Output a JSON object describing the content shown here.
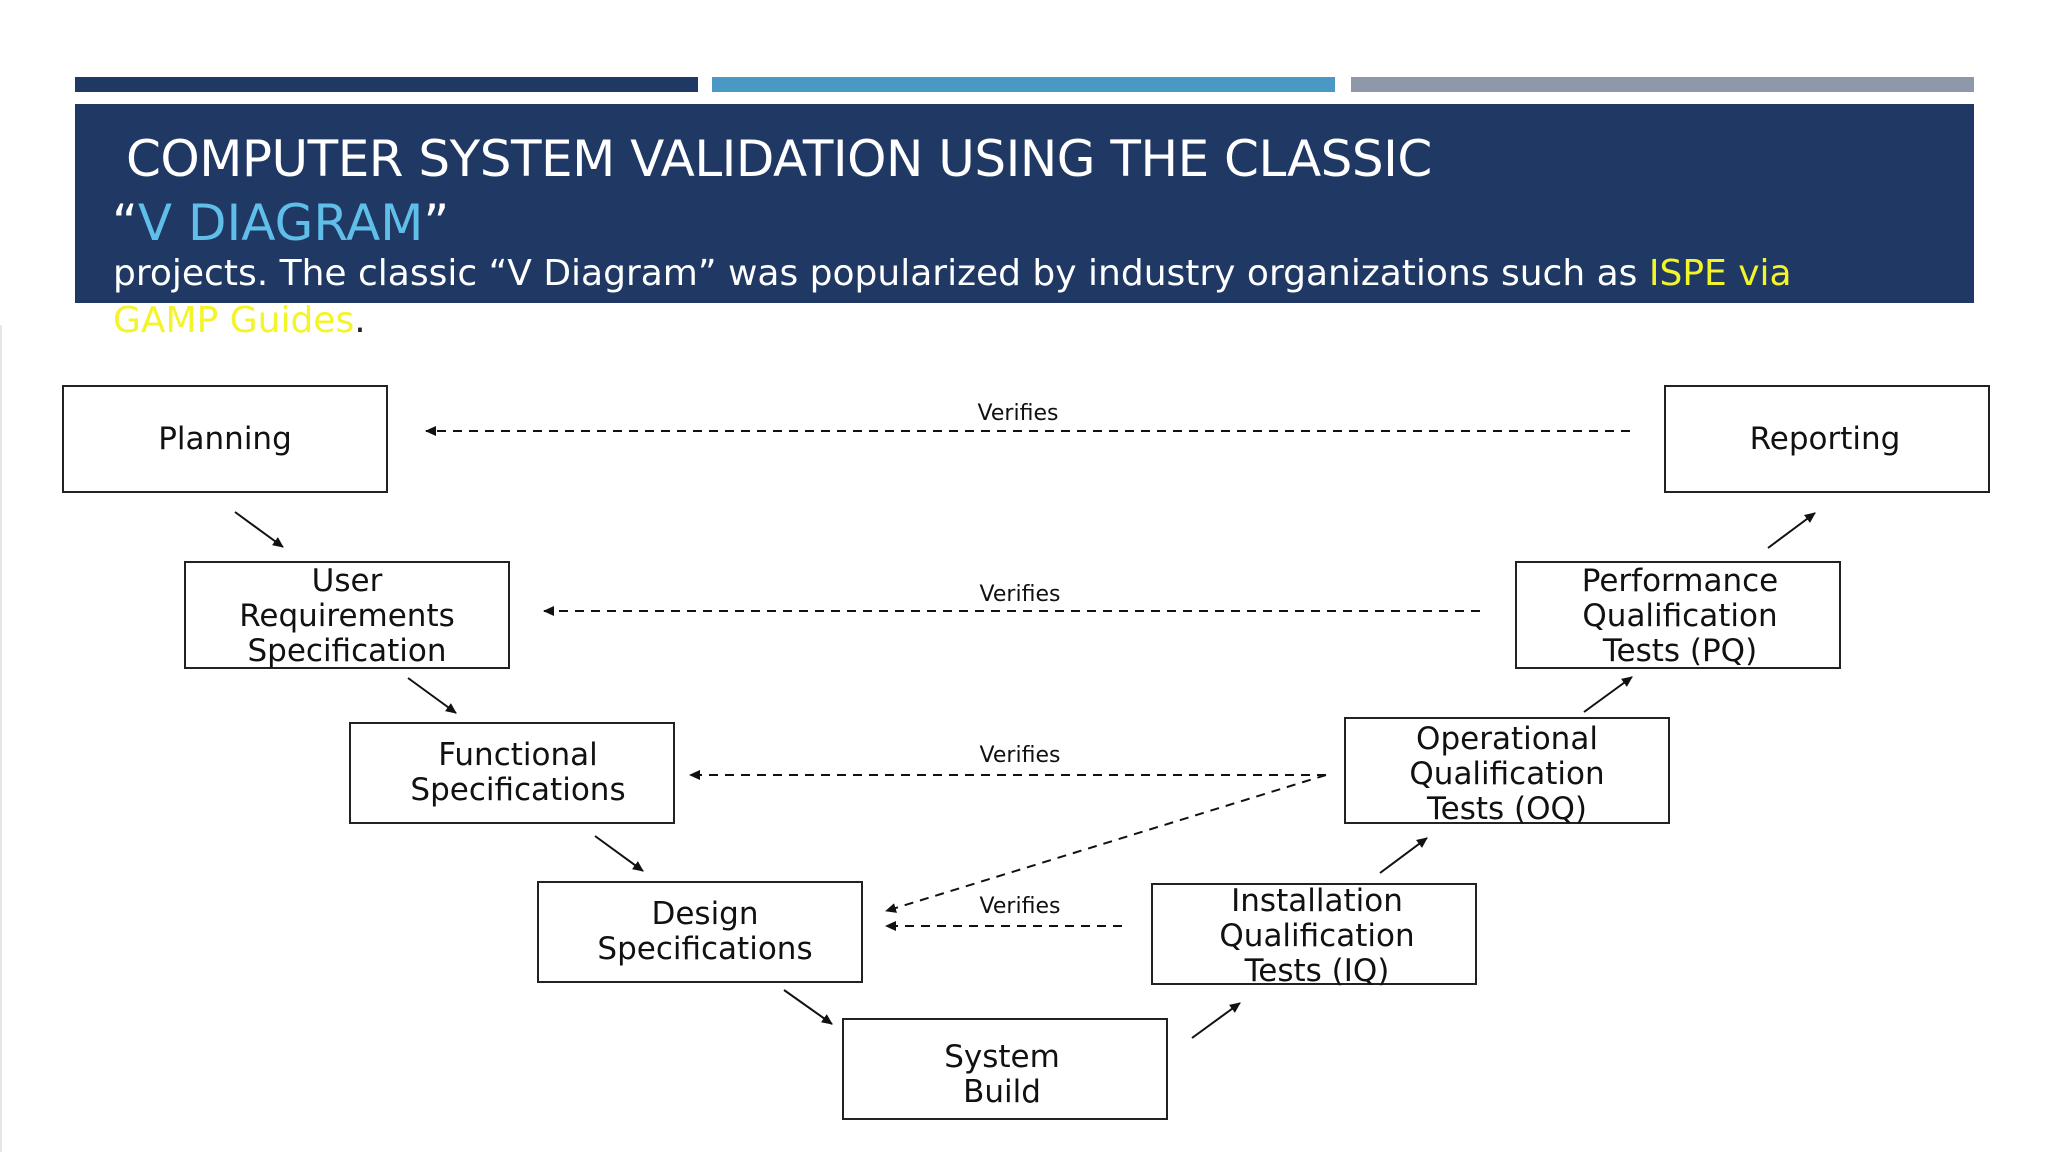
{
  "header": {
    "title_line1": "COMPUTER SYSTEM VALIDATION USING THE CLASSIC",
    "title_line2_open_quote": "“",
    "title_line2_text": "V DIAGRAM",
    "title_line2_close_quote": "”",
    "intro_text": "projects. The classic “V Diagram” was popularized by industry organizations such as ",
    "intro_highlight": "ISPE via GAMP Guides",
    "intro_end": "."
  },
  "colors": {
    "navy": "#1f3864",
    "accent_blue": "#4a98c4",
    "gray": "#8e98a8",
    "title_accent": "#5fbfe8",
    "highlight": "#f4f42a"
  },
  "diagram": {
    "nodes": {
      "planning": [
        "Planning"
      ],
      "user_req": [
        "User",
        "Requirements",
        "Specification"
      ],
      "functional": [
        "Functional",
        "Specifications"
      ],
      "design": [
        "Design",
        "Specifications"
      ],
      "system_build": [
        "System",
        "Build"
      ],
      "installation": [
        "Installation",
        "Qualification",
        "Tests (IQ)"
      ],
      "operational": [
        "Operational",
        "Qualification",
        "Tests (OQ)"
      ],
      "performance": [
        "Performance",
        "Qualification",
        "Tests (PQ)"
      ],
      "reporting": [
        "Reporting"
      ]
    },
    "verifies_label": "Verifies"
  }
}
